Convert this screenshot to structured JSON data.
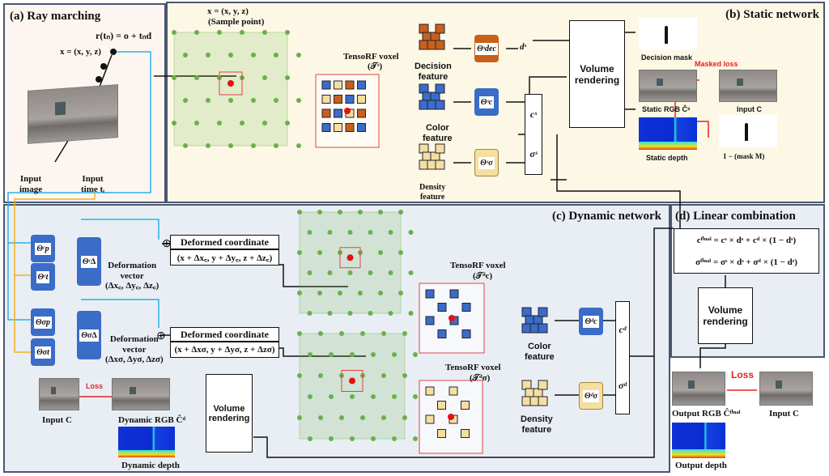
{
  "panel_a": {
    "title": "(a) Ray marching",
    "ray_eq": "r(tₙ) = o + tₙd",
    "point": "x = (x, y, z)",
    "input_image": "Input\nimage",
    "input_time": "Input\ntime tᵢ"
  },
  "panel_b": {
    "title": "(b) Static network",
    "sample_point": "x = (x, y, z)",
    "sample_point_sub": "(Sample point)",
    "voxel": "TensoRF voxel",
    "voxel_sym": "(𝒯ˢ)",
    "decision_feature": "Decision\nfeature",
    "color_feature": "Color\nfeature",
    "density_feature": "Density\nfeature",
    "net_dec": "Θˢdec",
    "net_c": "Θˢc",
    "net_sigma": "Θˢσ",
    "d_s": "dˢ",
    "c_s": "cˢ",
    "sigma_s": "σˢ",
    "volume_rendering": "Volume\nrendering",
    "decision_mask": "Decision mask",
    "masked_loss": "Masked loss",
    "static_rgb": "Static RGB Ĉˢ",
    "input_c": "Input C",
    "static_depth": "Static depth",
    "inv_mask": "1 − (mask M)"
  },
  "panel_c": {
    "title": "(c) Dynamic network",
    "net_pc": "Θᶜp",
    "net_tc": "Θᶜt",
    "net_dc": "Θᶜ∆",
    "net_ps": "Θσp",
    "net_ts": "Θσt",
    "net_ds": "Θσ∆",
    "deform_vec_c": "Deformation\nvector\n(Δx꜀, Δy꜀, Δz꜀)",
    "deform_vec_s": "Deformation\nvector\n(Δxσ, Δyσ, Δzσ)",
    "deformed_c_title": "Deformed coordinate",
    "deformed_c": "(x + Δx꜀, y + Δy꜀, z + Δz꜀)",
    "deformed_s_title": "Deformed coordinate",
    "deformed_s": "(x + Δxσ, y + Δyσ, z + Δzσ)",
    "voxel_c": "TensoRF voxel",
    "voxel_c_sym": "(𝒯ᵈc)",
    "voxel_s": "TensoRF voxel",
    "voxel_s_sym": "(𝒯ᵈσ)",
    "color_feature": "Color\nfeature",
    "density_feature": "Density\nfeature",
    "net_c": "Θᵈc",
    "net_sigma": "Θᵈσ",
    "c_d": "cᵈ",
    "sigma_d": "σᵈ",
    "volume_rendering": "Volume\nrendering",
    "input_c": "Input C",
    "loss": "Loss",
    "dynamic_rgb": "Dynamic RGB Ĉᵈ",
    "dynamic_depth": "Dynamic depth"
  },
  "panel_d": {
    "title": "(d) Linear combination",
    "eq_c": "cᶠⁱⁿᵃˡ = cˢ × dˢ + cᵈ × (1 − dˢ)",
    "eq_sigma": "σᶠⁱⁿᵃˡ = σˢ × dˢ + σᵈ × (1 − dˢ)",
    "volume_rendering": "Volume\nrendering",
    "loss": "Loss",
    "output_rgb": "Output RGB Ĉᶠⁱⁿᵃˡ",
    "input_c": "Input C",
    "output_depth": "Output depth"
  },
  "colors": {
    "decision": "#c8601a",
    "color": "#3a6cc8",
    "density": "#f5dfa0",
    "grid": "#6ab04c",
    "ray_line": "#2ab0e8",
    "time_line": "#f0b020",
    "loss": "#e82020"
  }
}
